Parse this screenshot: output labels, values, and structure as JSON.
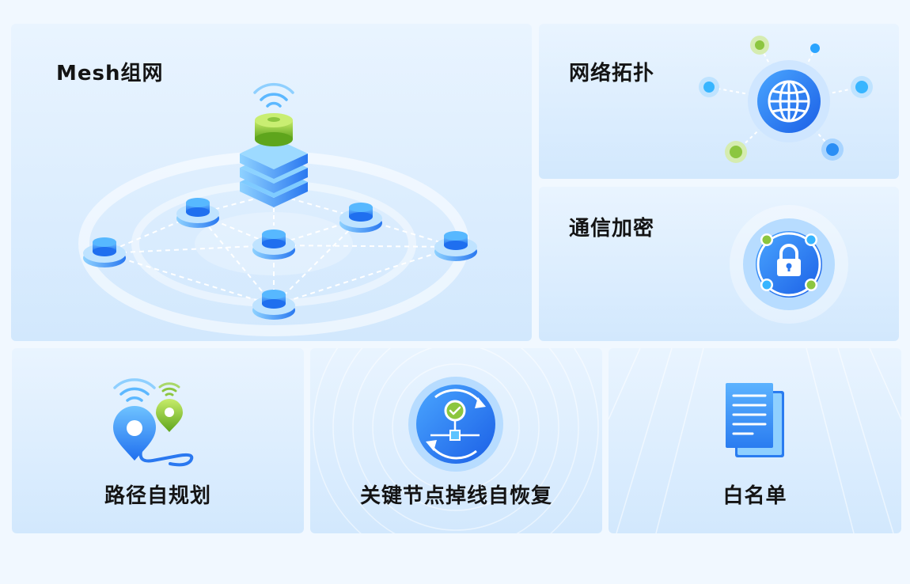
{
  "features": {
    "mesh": {
      "title": "Mesh组网",
      "icon": "mesh-network-icon"
    },
    "topology": {
      "title": "网络拓扑",
      "icon": "globe-topology-icon"
    },
    "encryption": {
      "title": "通信加密",
      "icon": "padlock-icon"
    },
    "path": {
      "title": "路径自规划",
      "icon": "location-pin-route-icon"
    },
    "recovery": {
      "title": "关键节点掉线自恢复",
      "icon": "node-recovery-icon"
    },
    "whitelist": {
      "title": "白名单",
      "icon": "document-list-icon"
    }
  },
  "colors": {
    "primary_blue": "#2f86f6",
    "accent_green": "#8cc63f",
    "light_blue": "#5cc4ff",
    "card_top": "#e9f4ff",
    "card_bottom": "#d2e8fd",
    "title_text": "#141414"
  }
}
